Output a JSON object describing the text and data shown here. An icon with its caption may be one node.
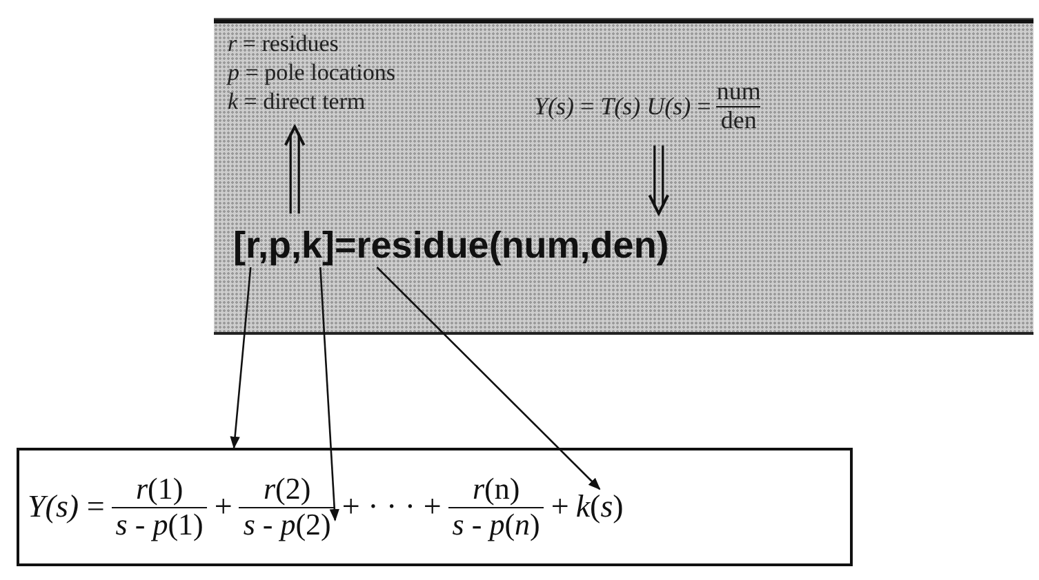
{
  "diagram": {
    "nodes": [
      {
        "text": [],
        "shape": "box"
      },
      {
        "text": [
          "*r* = residues",
          "*p* = pole locations",
          "*k* = direct term"
        ],
        "in": 0
      },
      {
        "text": [
          "*Y(s)* = *T(s) U(s)* =",
          "num",
          "den"
        ],
        "in": 0
      },
      {
        "text": [
          "[r,p,k]=residue(num,den)"
        ],
        "in": 0
      },
      {
        "text": [
          "*Y(s)* =",
          "*r*(1)",
          "*s* - *p*(1)",
          "+",
          "*r*(2)",
          "+ · · · +",
          "*r*(n)",
          "*s* - *p*(*n*)",
          "+"
        ]
      },
      {
        "text": [
          "*s* - *p*(2)"
        ],
        "in": 4
      },
      {
        "text": [
          "*k*(*s*)"
        ],
        "in": 4
      }
    ],
    "edges": [
      {
        "from": 2,
        "to": 3,
        "arrow": "to"
      },
      {
        "from": 3,
        "to": 1,
        "arrow": "to"
      },
      {
        "from": 3,
        "to": 4,
        "arrow": "to"
      },
      {
        "from": 3,
        "to": 5,
        "arrow": "to"
      },
      {
        "from": 3,
        "to": 6,
        "arrow": "to"
      }
    ]
  }
}
